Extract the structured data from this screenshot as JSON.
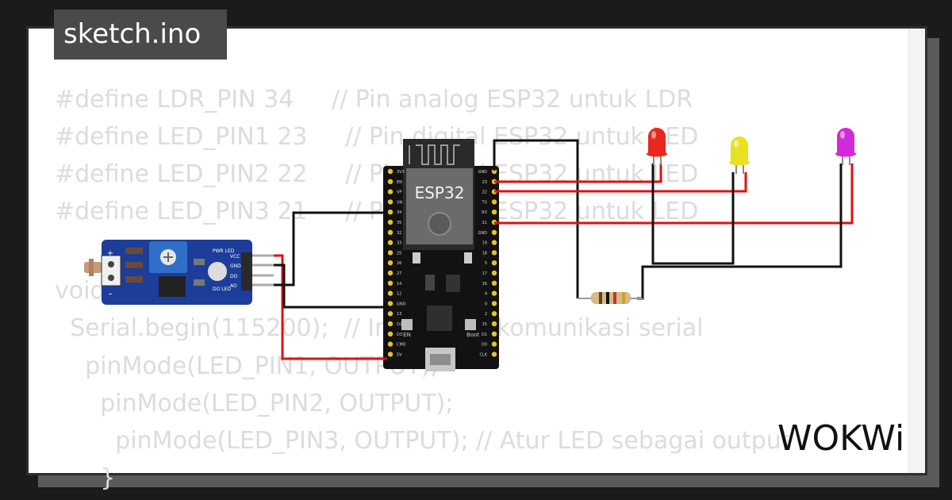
{
  "tab": {
    "title": "sketch.ino"
  },
  "code_lines": [
    "#define LDR_PIN 34     // Pin analog ESP32 untuk LDR",
    "#define LED_PIN1 23     // Pin digital ESP32 untuk LED",
    "#define LED_PIN2 22     // Pin digital ESP32 untuk LED",
    "#define LED_PIN3 21     // Pin digital ESP32 untuk LED",
    "",
    "void setup() {",
    "  Serial.begin(115200);  // Inisialisasi komunikasi serial",
    "    pinMode(LED_PIN1, OUTPUT);",
    "      pinMode(LED_PIN2, OUTPUT);",
    "        pinMode(LED_PIN3, OUTPUT); // Atur LED sebagai output",
    "      }"
  ],
  "esp32": {
    "label": "ESP32",
    "left_pins": [
      "3V3",
      "EN",
      "VP",
      "VN",
      "34",
      "35",
      "32",
      "33",
      "25",
      "26",
      "27",
      "14",
      "12",
      "GND",
      "13",
      "D2",
      "D3",
      "CMD",
      "5V"
    ],
    "right_pins": [
      "GND",
      "23",
      "22",
      "TX",
      "RX",
      "21",
      "GND",
      "19",
      "18",
      "5",
      "17",
      "16",
      "4",
      "0",
      "2",
      "15",
      "D1",
      "D0",
      "CLK"
    ],
    "button_en": "EN",
    "button_boot": "Boot"
  },
  "ldr_module": {
    "pins": [
      "VCC",
      "GND",
      "DO",
      "AO"
    ],
    "pwr_led": "PWR LED",
    "do_led": "DO LED",
    "plus": "+",
    "minus": "-"
  },
  "leds": [
    {
      "name": "red",
      "color": "#e8281e"
    },
    {
      "name": "yellow",
      "color": "#e8e020"
    },
    {
      "name": "magenta",
      "color": "#d12ad6"
    }
  ],
  "wire_colors": {
    "red": "#e01010",
    "black": "#111111"
  },
  "brand": {
    "logo": "WOKWi"
  }
}
